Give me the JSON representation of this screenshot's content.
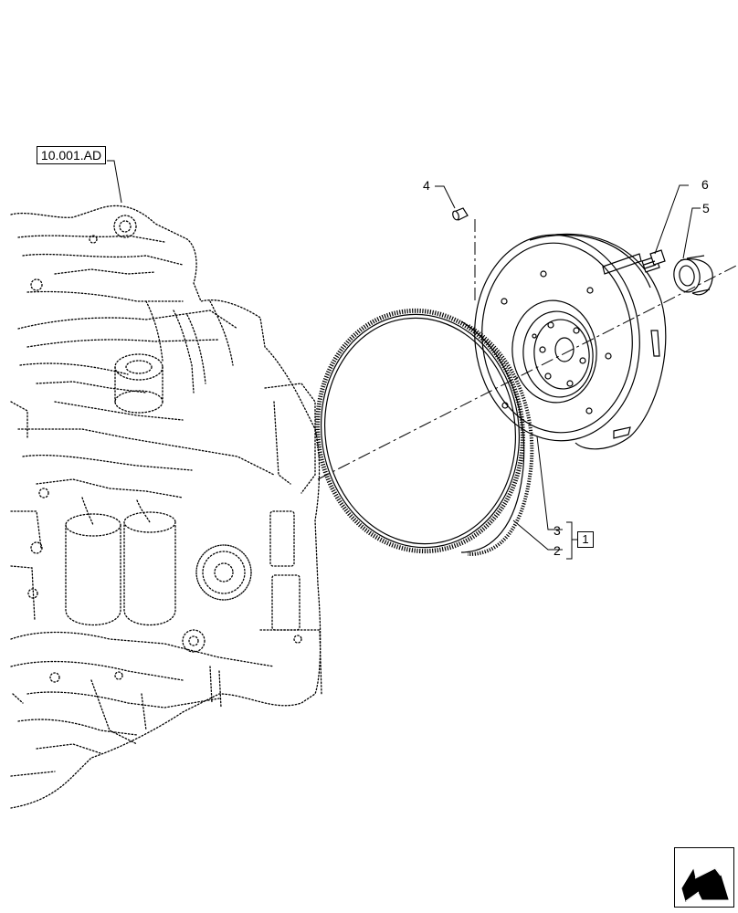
{
  "reference": {
    "label": "10.001.AD"
  },
  "callouts": {
    "part_4": "4",
    "part_6": "6",
    "part_5": "5",
    "part_3": "3",
    "part_2": "2",
    "group_1": "1"
  },
  "icons": {
    "navigation": "arrow-back-icon"
  }
}
